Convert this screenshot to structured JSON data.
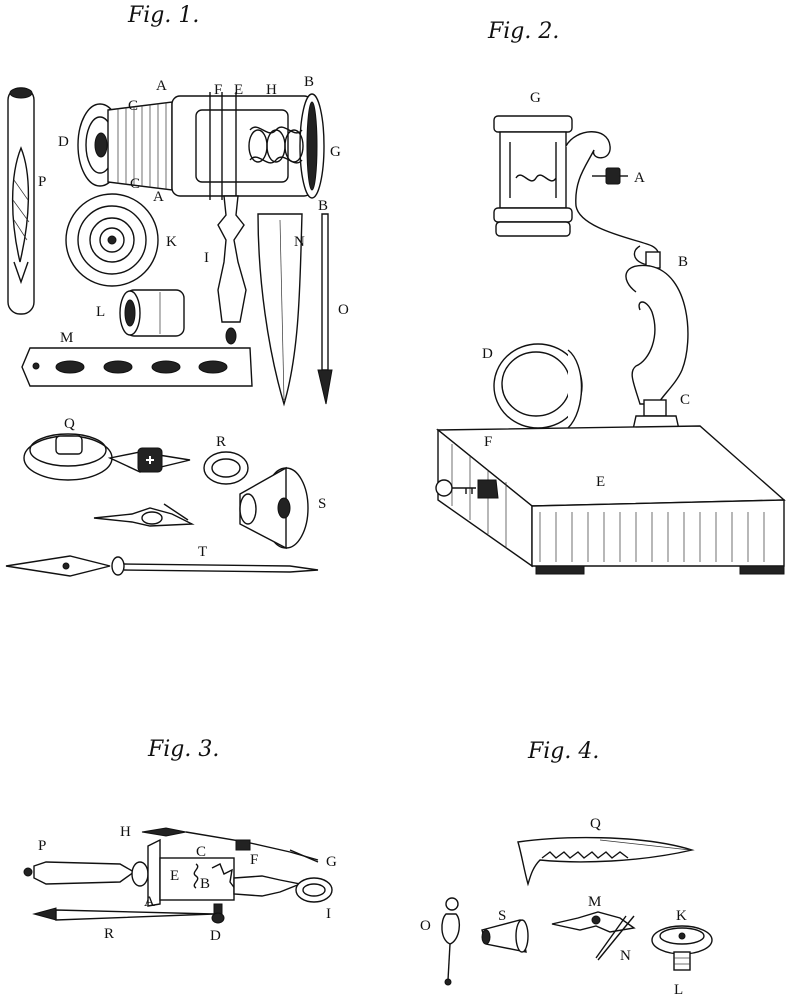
{
  "figures": [
    {
      "caption": "Fig. 1.",
      "labels": [
        "A",
        "C",
        "F",
        "E",
        "H",
        "B",
        "D",
        "G",
        "C",
        "A",
        "P",
        "K",
        "B",
        "N",
        "I",
        "O",
        "L",
        "M",
        "Q",
        "R",
        "S",
        "T"
      ]
    },
    {
      "caption": "Fig. 2.",
      "labels": [
        "G",
        "A",
        "B",
        "D",
        "C",
        "F",
        "E"
      ]
    },
    {
      "caption": "Fig. 3.",
      "labels": [
        "H",
        "P",
        "C",
        "F",
        "G",
        "E",
        "B",
        "A",
        "I",
        "R",
        "D"
      ]
    },
    {
      "caption": "Fig. 4.",
      "labels": [
        "Q",
        "O",
        "S",
        "M",
        "K",
        "N",
        "L"
      ]
    }
  ],
  "colors": {
    "ink": "#111111",
    "paper": "#ffffff"
  }
}
